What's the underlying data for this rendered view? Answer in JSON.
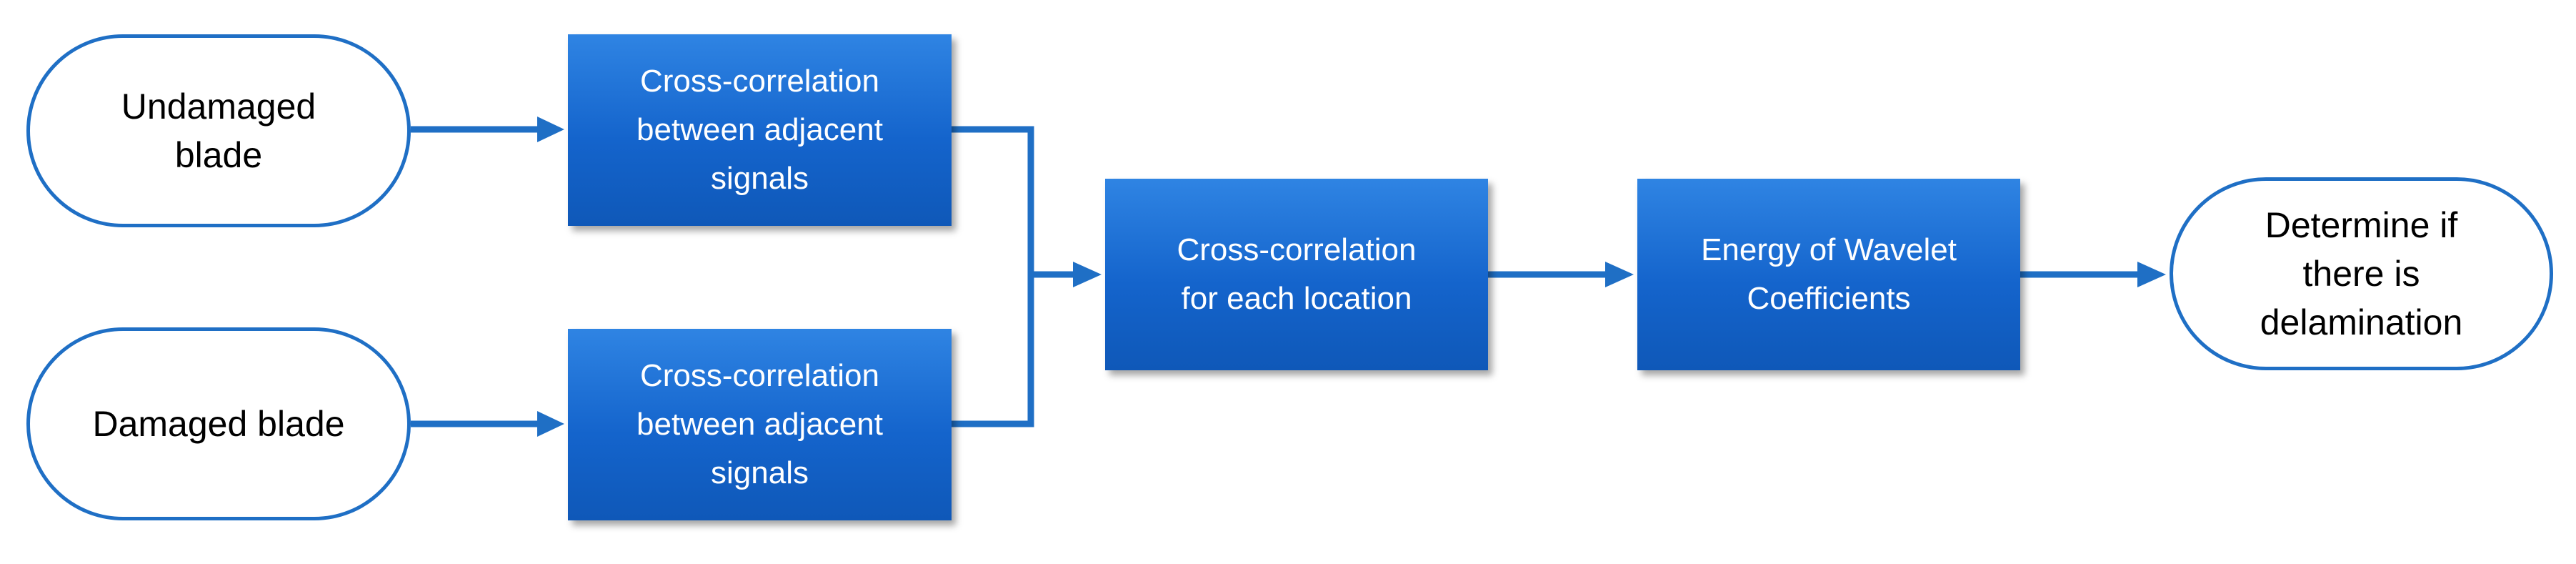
{
  "colors": {
    "accent": "#1f6fc5",
    "box_fill": "#1464cc",
    "box_text": "#ffffff",
    "terminal_text": "#000000"
  },
  "inputs": {
    "undamaged": "Undamaged\nblade",
    "damaged": "Damaged blade"
  },
  "steps": {
    "xcorr_undamaged": "Cross-correlation\nbetween adjacent\nsignals",
    "xcorr_damaged": "Cross-correlation\nbetween adjacent\nsignals",
    "xcorr_location": "Cross-correlation\nfor each location",
    "wavelet_energy": "Energy of Wavelet\nCoefficients"
  },
  "output": {
    "result": "Determine if\nthere is\ndelamination"
  }
}
